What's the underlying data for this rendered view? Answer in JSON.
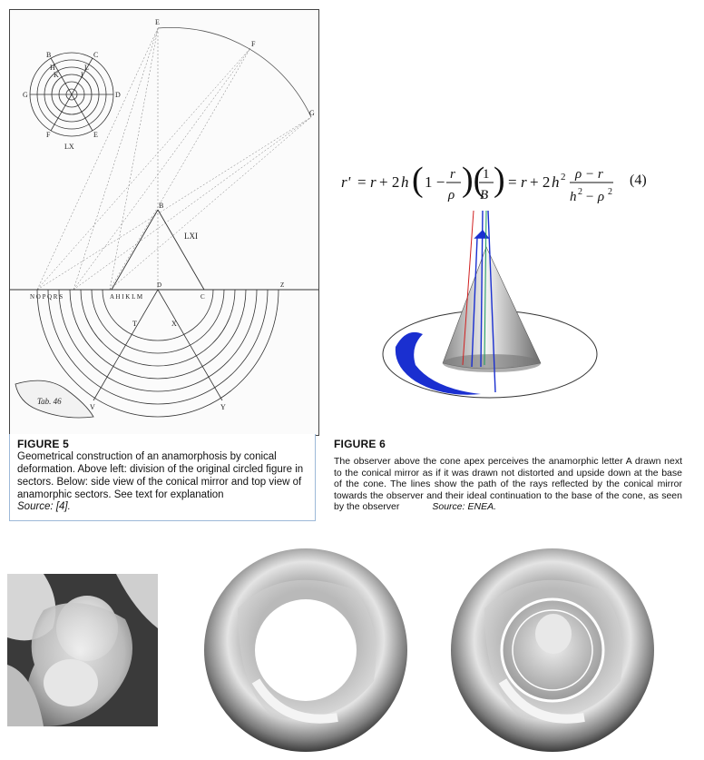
{
  "figure5": {
    "heading": "FIGURE 5",
    "body": "Geometrical construction of an anamorphosis by conical deformation. Above left: division of the original circled figure in sectors. Below: side view of the conical mirror and top view of anamorphic sectors. See text for explanation",
    "source": "Source: [4].",
    "plate_labels": {
      "top_circle": [
        "B",
        "C",
        "G",
        "D",
        "F",
        "E",
        "H",
        "K",
        "L",
        "I"
      ],
      "top_circle_caption": "LX",
      "outer": [
        "E",
        "F",
        "G"
      ],
      "apex": "B",
      "cone_caption": "LXI",
      "baseline_left": "N O P Q R S",
      "baseline_mid": "A H I K L M",
      "baseline_d": "D",
      "baseline_c": "C",
      "baseline_z": "Z",
      "lower": [
        "T",
        "X",
        "V",
        "Y"
      ],
      "scroll": "Tab. 46"
    }
  },
  "formula": {
    "number": "(4)"
  },
  "figure6": {
    "heading": "FIGURE 6",
    "body": "The observer above the cone apex perceives the anamorphic letter A drawn next to the conical mirror as if it was drawn not distorted and upside down at the base of the cone. The lines show the path of the rays reflected by the conical mirror towards the observer and their ideal continuation to the base of the cone, as seen by the observer",
    "source": "Source: ENEA."
  },
  "colors": {
    "caption_border": "#9db9d8",
    "ray_blue": "#1a2fd0",
    "ray_red": "#d02020",
    "ray_green": "#1a9a5a"
  }
}
